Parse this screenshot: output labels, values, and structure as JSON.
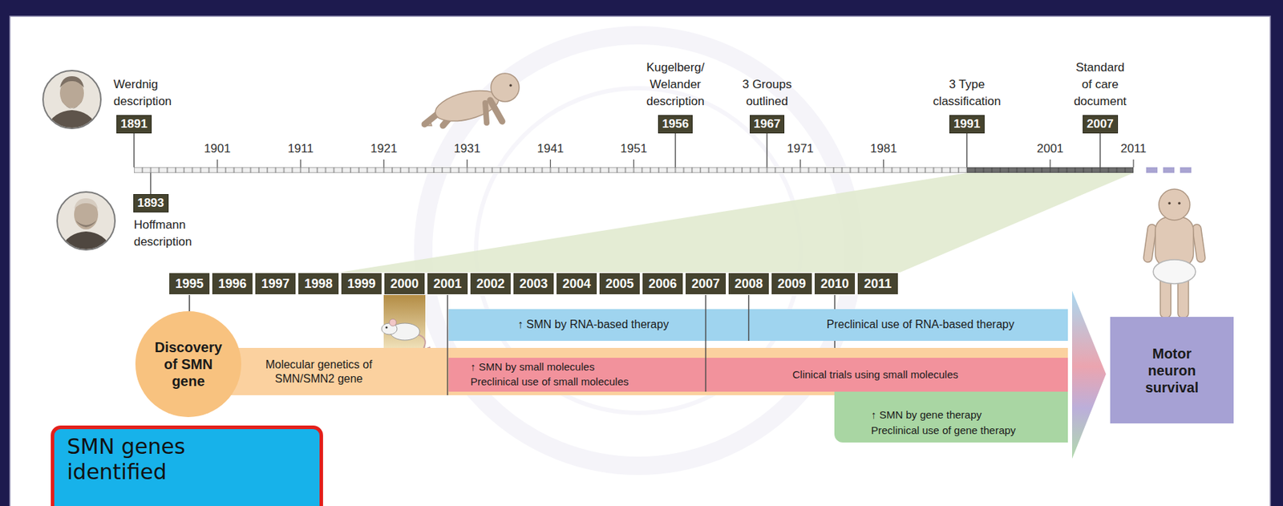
{
  "diagram": {
    "nodes": [
      {
        "text": [
          "Werdnig description",
          "1891"
        ]
      },
      {
        "text": [
          "1893",
          "Hoffmann description"
        ]
      },
      {
        "text": [
          "Kugelberg/ Welander description",
          "1956"
        ]
      },
      {
        "text": [
          "3 Groups outlined",
          "1967"
        ]
      },
      {
        "text": [
          "3 Type classification",
          "1991"
        ]
      },
      {
        "text": [
          "Standard of care document",
          "2007"
        ]
      },
      {
        "text": [
          "1995"
        ]
      },
      {
        "text": [
          "1996"
        ]
      },
      {
        "text": [
          "1997"
        ]
      },
      {
        "text": [
          "1998"
        ]
      },
      {
        "text": [
          "1999"
        ]
      },
      {
        "text": [
          "2000"
        ]
      },
      {
        "text": [
          "2001"
        ]
      },
      {
        "text": [
          "2002"
        ]
      },
      {
        "text": [
          "2003"
        ]
      },
      {
        "text": [
          "2004"
        ]
      },
      {
        "text": [
          "2005"
        ]
      },
      {
        "text": [
          "2006"
        ]
      },
      {
        "text": [
          "2007"
        ]
      },
      {
        "text": [
          "2008"
        ]
      },
      {
        "text": [
          "2009"
        ]
      },
      {
        "text": [
          "2010"
        ]
      },
      {
        "text": [
          "2011"
        ]
      },
      {
        "text": [
          "Discovery of SMN gene"
        ]
      },
      {
        "text": [
          "↑ SMN by RNA-based therapy",
          "Preclinical use of RNA-based therapy"
        ]
      },
      {
        "text": [
          "Molecular genetics of SMN/SMN2 gene"
        ]
      },
      {
        "text": [
          "↑ SMN by small molecules",
          "Preclinical use of small molecules",
          "Clinical trials using small molecules"
        ]
      },
      {
        "text": [
          "↑ SMN by gene therapy",
          "Preclinical use of gene therapy"
        ]
      },
      {
        "text": [
          "Motor neuron survival"
        ]
      },
      {
        "text": [
          "SMN genes identified"
        ]
      }
    ],
    "edges": [
      {
        "from": 6,
        "to": 23,
        "arrow": "none"
      }
    ],
    "labels": [
      "1901",
      "1911",
      "1921",
      "1931",
      "1941",
      "1951",
      "1971",
      "1981",
      "2001",
      "2011"
    ]
  }
}
